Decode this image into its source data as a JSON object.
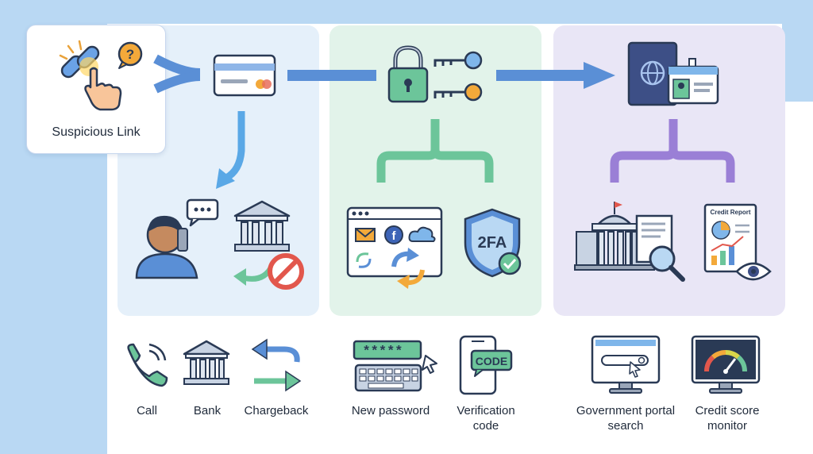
{
  "colors": {
    "background_band": "#b9d8f3",
    "panel_blue": "#e5f0fa",
    "panel_green": "#e2f3ea",
    "panel_purple": "#e9e6f6",
    "arrow_blue": "#5a8fd6",
    "brace_green": "#6cc59a",
    "brace_purple": "#9a7fd6"
  },
  "start": {
    "label": "Suspicious Link",
    "icons": [
      "chain-link-icon",
      "pointing-hand-icon",
      "question-bubble-icon"
    ]
  },
  "panels": [
    {
      "name": "bank-panel",
      "top_icon": "credit-card-icon",
      "icons": [
        "person-on-phone-icon",
        "chat-bubble-icon",
        "bank-building-icon",
        "reverse-arrow-icon",
        "prohibited-icon"
      ]
    },
    {
      "name": "account-panel",
      "top_icon": "padlock-keys-icon",
      "icons": [
        "browser-window-icon",
        "mail-icon",
        "facebook-icon",
        "cloud-icon",
        "sync-icon",
        "shield-2fa-icon"
      ],
      "shield_text": "2FA"
    },
    {
      "name": "identity-panel",
      "top_icon": "passport-id-icon",
      "icons": [
        "government-building-icon",
        "document-magnifier-icon",
        "credit-report-icon",
        "eye-icon"
      ],
      "report_title": "Credit Report"
    }
  ],
  "actions": [
    {
      "id": "call",
      "label": "Call",
      "icon": "phone-icon"
    },
    {
      "id": "bank",
      "label": "Bank",
      "icon": "bank-icon"
    },
    {
      "id": "chargeback",
      "label": "Chargeback",
      "icon": "swap-arrows-icon"
    },
    {
      "id": "new-password",
      "label": "New password",
      "icon": "password-keyboard-icon",
      "field_text": "*****"
    },
    {
      "id": "verification-code",
      "label_line1": "Verification",
      "label_line2": "code",
      "icon": "phone-code-icon",
      "code_text": "CODE"
    },
    {
      "id": "gov-search",
      "label_line1": "Government portal",
      "label_line2": "search",
      "icon": "monitor-search-icon"
    },
    {
      "id": "credit-monitor",
      "label_line1": "Credit score",
      "label_line2": "monitor",
      "icon": "monitor-gauge-icon"
    }
  ]
}
